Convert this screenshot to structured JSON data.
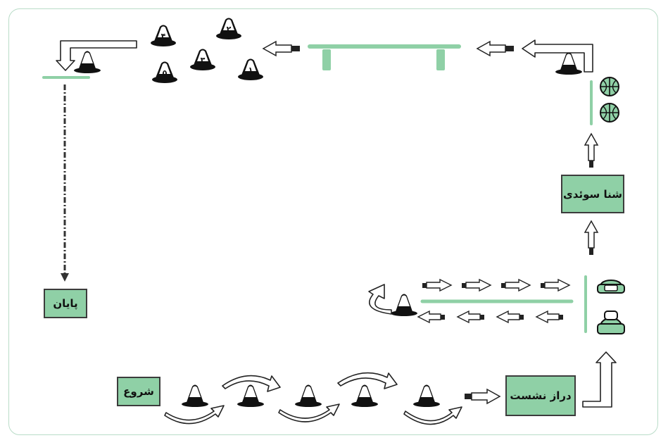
{
  "stations": {
    "start": "شروع",
    "sit_ups": "دراز نشست",
    "swedish_push_ups": "شنا سوئدی",
    "end": "پایان"
  },
  "cone_numbers": [
    "۱",
    "۲",
    "۳",
    "۴",
    "۵"
  ],
  "colors": {
    "station_fill": "#8fd0a6",
    "line_green": "#8fd0a6",
    "ink": "#111111",
    "frame": "#b9dcc8"
  },
  "icons": [
    "cone-icon",
    "numbered-cone-icon",
    "ball-icon",
    "medicine-ball-icon",
    "hurdle-icon",
    "arrow-icon",
    "curved-arrow-icon",
    "elbow-arrow-icon"
  ]
}
